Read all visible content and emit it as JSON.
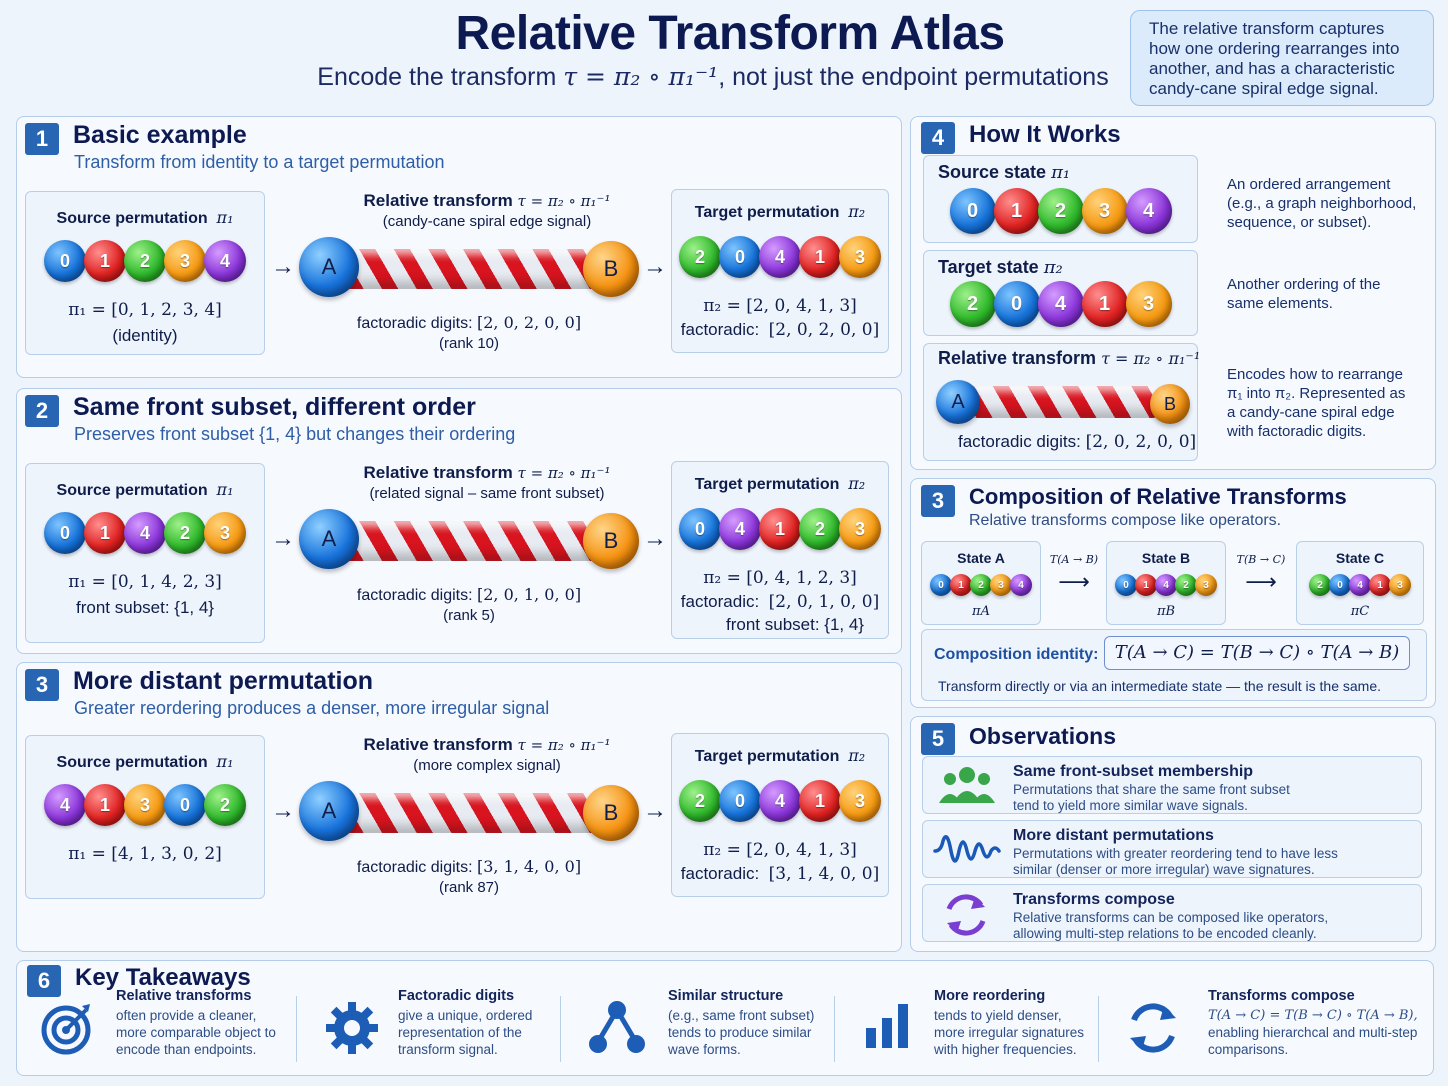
{
  "header": {
    "title": "Relative Transform Atlas",
    "subtitle_pre": "Encode the transform ",
    "subtitle_formula": "τ = π₂ ∘ π₁⁻¹",
    "subtitle_post": ", not just the endpoint permutations",
    "callout": "The relative transform captures how one ordering rearranges into another, and has a characteristic candy-cane spiral edge signal."
  },
  "colors": {
    "0": "#1672d8",
    "1": "#e02222",
    "2": "#2fb82b",
    "3": "#f59a13",
    "4": "#8b35d9",
    "badge": "#2866b3"
  },
  "sections": [
    {
      "number": "1",
      "title": "Basic example",
      "subtitle": "Transform from identity to a target permutation",
      "source": {
        "title": "Source permutation",
        "symbol": "π₁",
        "balls": [
          0,
          1,
          2,
          3,
          4
        ],
        "formula": "π₁ = [0, 1, 2, 3, 4]",
        "note": "(identity)"
      },
      "transform": {
        "title": "Relative transform",
        "formula": "τ = π₂ ∘ π₁⁻¹",
        "caption": "(candy-cane spiral edge signal)",
        "digits_label": "factoradic digits:",
        "digits": "[2, 0, 2, 0, 0]",
        "rank": "(rank 10)",
        "end_a": "A",
        "end_b": "B"
      },
      "target": {
        "title": "Target permutation",
        "symbol": "π₂",
        "balls": [
          2,
          0,
          4,
          1,
          3
        ],
        "formula": "π₂ = [2, 0, 4, 1, 3]",
        "fact_label": "factoradic:",
        "fact": "[2, 0, 2, 0, 0]"
      }
    },
    {
      "number": "2",
      "title": "Same front subset, different order",
      "subtitle": "Preserves front subset {1, 4} but changes their ordering",
      "source": {
        "title": "Source permutation",
        "symbol": "π₁",
        "balls": [
          0,
          1,
          4,
          2,
          3
        ],
        "formula": "π₁ = [0, 1, 4, 2, 3]",
        "note": "front subset:  {1, 4}"
      },
      "transform": {
        "title": "Relative transform",
        "formula": "τ = π₂ ∘ π₁⁻¹",
        "caption": "(related signal – same front subset)",
        "digits_label": "factoradic digits:",
        "digits": "[2, 0, 1, 0, 0]",
        "rank": "(rank 5)",
        "end_a": "A",
        "end_b": "B"
      },
      "target": {
        "title": "Target permutation",
        "symbol": "π₂",
        "balls": [
          0,
          4,
          1,
          2,
          3
        ],
        "formula": "π₂ = [0, 4, 1, 2, 3]",
        "fact_label": "factoradic:",
        "fact": "[2, 0, 1, 0, 0]",
        "extra": "front subset:  {1, 4}"
      }
    },
    {
      "number": "3",
      "title": "More distant permutation",
      "subtitle": "Greater reordering produces a denser, more irregular signal",
      "source": {
        "title": "Source permutation",
        "symbol": "π₁",
        "balls": [
          4,
          1,
          3,
          0,
          2
        ],
        "formula": "π₁ = [4, 1, 3, 0, 2]",
        "note": ""
      },
      "transform": {
        "title": "Relative transform",
        "formula": "τ = π₂ ∘ π₁⁻¹",
        "caption": "(more complex signal)",
        "digits_label": "factoradic digits:",
        "digits": "[3, 1, 4, 0, 0]",
        "rank": "(rank 87)",
        "end_a": "A",
        "end_b": "B"
      },
      "target": {
        "title": "Target permutation",
        "symbol": "π₂",
        "balls": [
          2,
          0,
          4,
          1,
          3
        ],
        "formula": "π₂ = [2, 0, 4, 1, 3]",
        "fact_label": "factoradic:",
        "fact": "[3, 1, 4, 0, 0]"
      }
    }
  ],
  "how": {
    "number": "4",
    "title": "How It Works",
    "source": {
      "title": "Source state",
      "symbol": "π₁",
      "balls": [
        0,
        1,
        2,
        3,
        4
      ],
      "desc": "An ordered arrangement (e.g., a graph neighborhood, sequence, or subset)."
    },
    "target": {
      "title": "Target state",
      "symbol": "π₂",
      "balls": [
        2,
        0,
        4,
        1,
        3
      ],
      "desc": "Another ordering of the same elements."
    },
    "transform": {
      "title": "Relative transform",
      "formula": "τ = π₂ ∘ π₁⁻¹",
      "digits_label": "factoradic digits:",
      "digits": "[2, 0, 2, 0, 0]",
      "desc": "Encodes how to rearrange π₁ into π₂. Represented as a candy-cane spiral edge with factoradic digits.",
      "end_a": "A",
      "end_b": "B"
    }
  },
  "composition": {
    "number": "3",
    "title": "Composition of Relative Transforms",
    "subtitle": "Relative transforms compose like operators.",
    "states": [
      {
        "title": "State A",
        "balls": [
          0,
          1,
          2,
          3,
          4
        ],
        "symbol": "πA"
      },
      {
        "title": "State B",
        "balls": [
          0,
          1,
          4,
          2,
          3
        ],
        "symbol": "πB"
      },
      {
        "title": "State C",
        "balls": [
          2,
          0,
          4,
          1,
          3
        ],
        "symbol": "πC"
      }
    ],
    "arrow1": "T(A → B)",
    "arrow2": "T(B → C)",
    "identity_label": "Composition identity:",
    "identity": "T(A → C) = T(B → C) ∘ T(A → B)",
    "note": "Transform directly or via an intermediate state — the result is the same."
  },
  "observations": {
    "number": "5",
    "title": "Observations",
    "items": [
      {
        "icon": "people-icon",
        "title": "Same front-subset membership",
        "text": "Permutations that share the same front subset tend to yield more similar wave signals."
      },
      {
        "icon": "wave-icon",
        "title": "More distant permutations",
        "text": "Permutations with greater reordering tend to have less similar (denser or more irregular) wave signatures."
      },
      {
        "icon": "cycle-icon",
        "title": "Transforms compose",
        "text": "Relative transforms can be composed like operators, allowing multi-step relations to be encoded cleanly."
      }
    ]
  },
  "takeaways": {
    "number": "6",
    "title": "Key Takeaways",
    "items": [
      {
        "icon": "target-icon",
        "title": "Relative transforms",
        "text": "often provide a cleaner, more comparable object to encode than endpoints."
      },
      {
        "icon": "gear-icon",
        "title": "Factoradic digits",
        "text": "give a unique, ordered representation of the transform signal."
      },
      {
        "icon": "network-icon",
        "title": "Similar structure",
        "text": "(e.g., same front subset) tends to produce similar wave forms."
      },
      {
        "icon": "bar-chart-icon",
        "title": "More reordering",
        "text": "tends to yield denser, more irregular signatures with higher frequencies."
      },
      {
        "icon": "refresh-icon",
        "title": "Transforms compose",
        "text_formula": "T(A → C) = T(B → C) ∘ T(A → B),",
        "text": "enabling hierarchcal and multi-step comparisons."
      }
    ]
  }
}
